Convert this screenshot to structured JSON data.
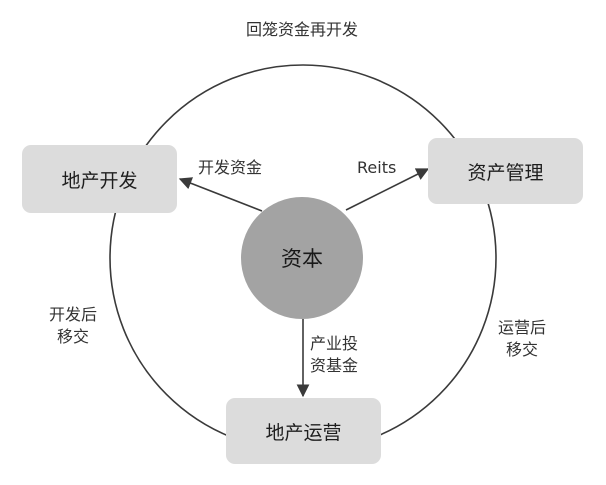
{
  "diagram": {
    "center": "资本",
    "nodes": {
      "development": "地产开发",
      "asset_management": "资产管理",
      "operations": "地产运营"
    },
    "edges": {
      "development_fund": "开发资金",
      "reits": "Reits",
      "industry_fund": "产业投\n资基金"
    },
    "cycle": {
      "top": "回笼资金再开发",
      "left": "开发后\n移交",
      "right": "运营后\n移交"
    }
  },
  "colors": {
    "node_box": "#dcdcdc",
    "center_circle": "#a3a3a3",
    "lines": "#3a3a3a"
  }
}
